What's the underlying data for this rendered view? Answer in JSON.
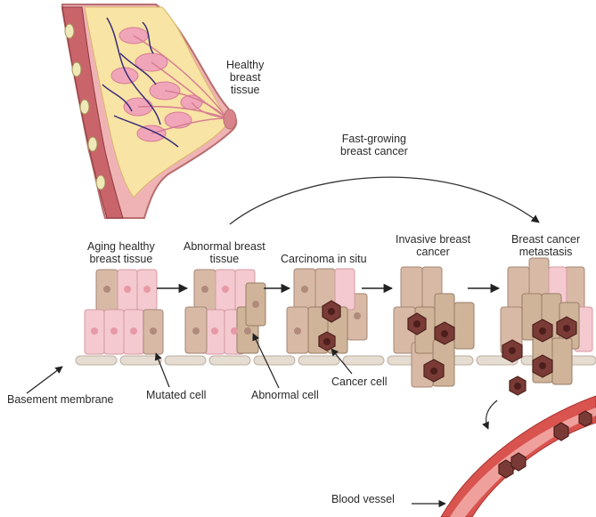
{
  "labels": {
    "healthy": [
      "Healthy",
      "breast",
      "tissue"
    ],
    "fast_growing": [
      "Fast-growing",
      "breast cancer"
    ],
    "stage1": [
      "Aging healthy",
      "breast tissue"
    ],
    "stage2": [
      "Abnormal breast",
      "tissue"
    ],
    "stage3": [
      "Carcinoma in situ"
    ],
    "stage4": [
      "Invasive breast",
      "cancer"
    ],
    "stage5": [
      "Breast cancer",
      "metastasis"
    ],
    "basement_membrane": "Basement membrane",
    "mutated_cell": "Mutated cell",
    "abnormal_cell": "Abnormal cell",
    "cancer_cell": "Cancer cell",
    "blood_vessel": "Blood vessel"
  },
  "colors": {
    "healthy_cell": "#f4c9cf",
    "healthy_nucleus": "#e79aa6",
    "mutated_cell": "#d8b9a6",
    "mutated_nucleus": "#b08a7a",
    "abnormal_cell": "#cfb49a",
    "cancer_cell": "#7a3b36",
    "cancer_nucleus": "#4d1f1c",
    "membrane": "#ddd2c6",
    "vessel": "#d9534f",
    "breast_fat": "#f7e3a8",
    "breast_skin": "#e8a7a4"
  }
}
